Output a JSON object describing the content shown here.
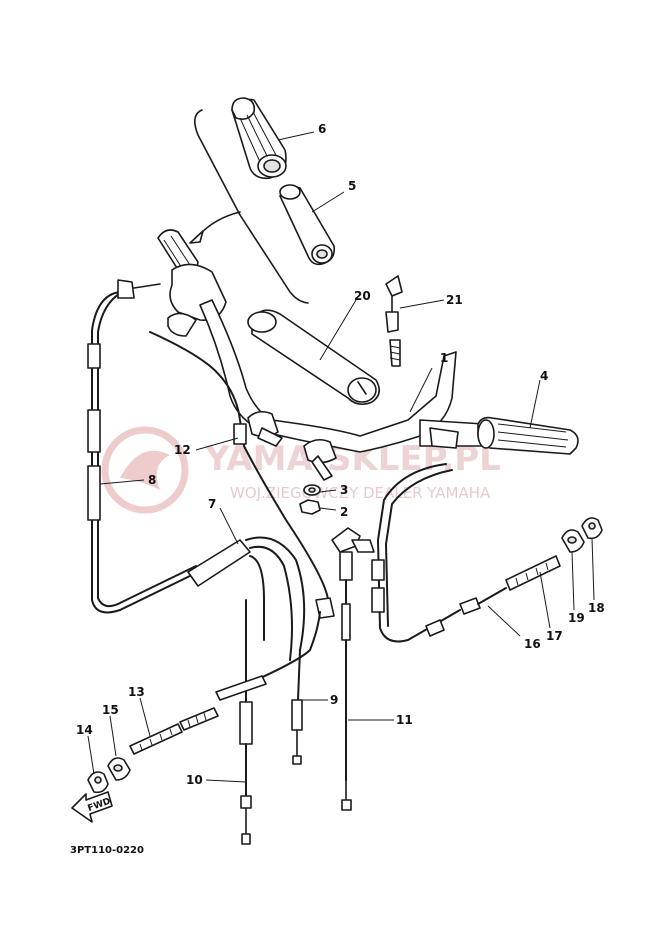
{
  "diagram_code": "3PT110-0220",
  "fwd_label": "FWD",
  "watermark": {
    "brand": "YAMA-SKLEP.PL",
    "tagline": "WOJ.ZIEGOWCZY DEALER YAMAHA"
  },
  "callouts": [
    {
      "id": "c1",
      "label": "1"
    },
    {
      "id": "c2",
      "label": "2"
    },
    {
      "id": "c3",
      "label": "3"
    },
    {
      "id": "c4",
      "label": "4"
    },
    {
      "id": "c5",
      "label": "5"
    },
    {
      "id": "c6",
      "label": "6"
    },
    {
      "id": "c7",
      "label": "7"
    },
    {
      "id": "c8",
      "label": "8"
    },
    {
      "id": "c9",
      "label": "9"
    },
    {
      "id": "c10",
      "label": "10"
    },
    {
      "id": "c11",
      "label": "11"
    },
    {
      "id": "c12",
      "label": "12"
    },
    {
      "id": "c13",
      "label": "13"
    },
    {
      "id": "c14",
      "label": "14"
    },
    {
      "id": "c15",
      "label": "15"
    },
    {
      "id": "c16",
      "label": "16"
    },
    {
      "id": "c17",
      "label": "17"
    },
    {
      "id": "c18",
      "label": "18"
    },
    {
      "id": "c19",
      "label": "19"
    },
    {
      "id": "c20",
      "label": "20"
    },
    {
      "id": "c21",
      "label": "21"
    }
  ]
}
